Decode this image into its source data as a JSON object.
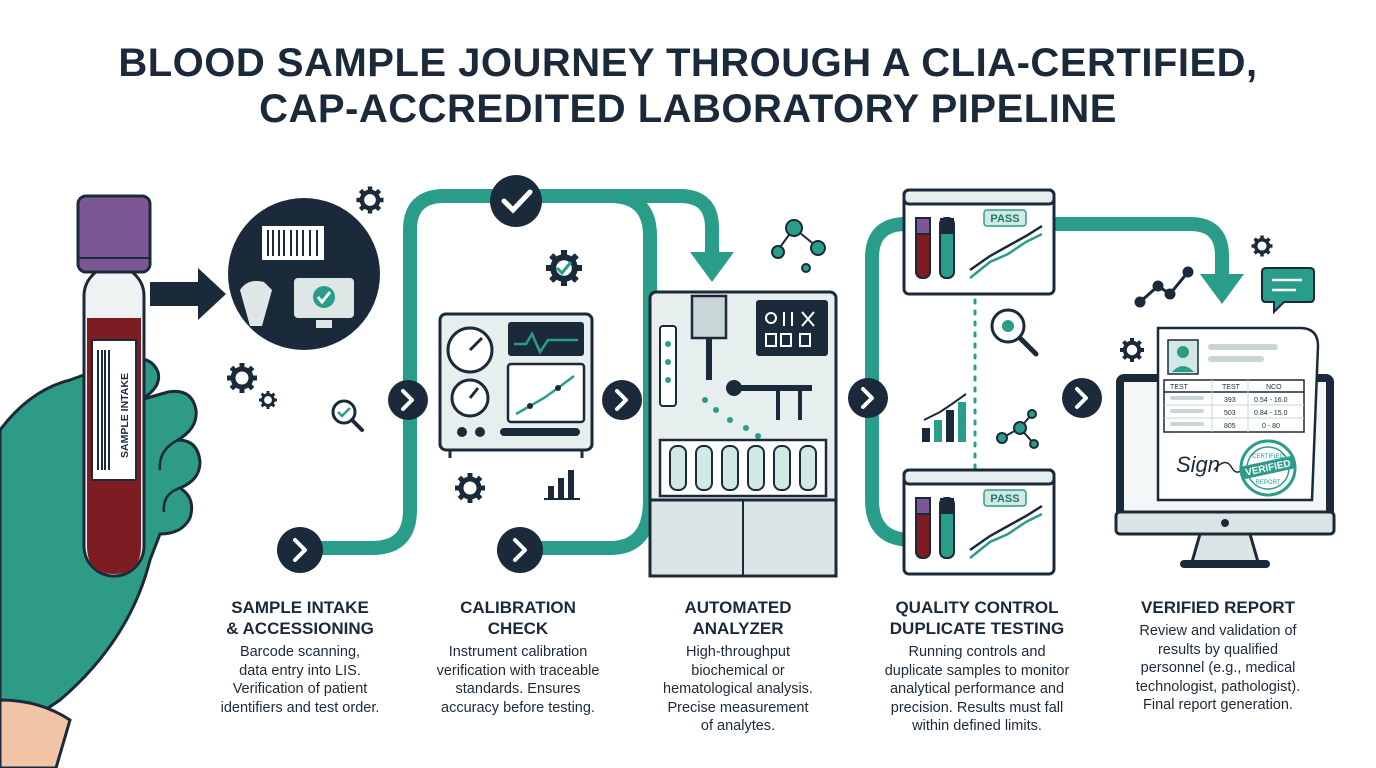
{
  "title": {
    "line1": "BLOOD SAMPLE JOURNEY THROUGH A CLIA-CERTIFIED,",
    "line2": "CAP-ACCREDITED LABORATORY PIPELINE"
  },
  "colors": {
    "teal": "#2a9d8a",
    "navy": "#1b2a3a",
    "blood": "#7d1c22",
    "cap": "#7b5796",
    "glove": "#2e9b86",
    "panel": "#e6eeee"
  },
  "labels": {
    "tube": "SAMPLE INTAKE",
    "pass_top": "PASS",
    "pass_bottom": "PASS",
    "report_col1": "TEST",
    "report_col2": "TEST",
    "report_col3": "NCO",
    "report_row1_val": "393",
    "report_row1_range": "0.54 - 16.0",
    "report_row2_val": "503",
    "report_row2_range": "0.84 - 15.0",
    "report_row3_val": "805",
    "report_row3_range": "0 - 80",
    "signature": "Sign",
    "stamp_top": "CERTIFIED",
    "stamp_main": "VERIFIED",
    "stamp_bottom": "REPORT"
  },
  "stages": [
    {
      "title": [
        "SAMPLE INTAKE",
        "& ACCESSIONING"
      ],
      "desc": [
        "Barcode scanning,",
        "data entry into LIS.",
        "Verification of patient",
        "identifiers and test order."
      ]
    },
    {
      "title": [
        "CALIBRATION",
        "CHECK"
      ],
      "desc": [
        "Instrument calibration",
        "verification with traceable",
        "standards. Ensures",
        "accuracy before testing."
      ]
    },
    {
      "title": [
        "AUTOMATED",
        "ANALYZER"
      ],
      "desc": [
        "High-throughput",
        "biochemical or",
        "hematological analysis.",
        "Precise measurement",
        "of analytes."
      ]
    },
    {
      "title": [
        "QUALITY CONTROL",
        "DUPLICATE TESTING"
      ],
      "desc": [
        "Running controls and",
        "duplicate samples to monitor",
        "analytical performance and",
        "precision. Results must fall",
        "within defined limits."
      ]
    },
    {
      "title": [
        "VERIFIED REPORT"
      ],
      "desc": [
        "Review and validation of",
        "results by qualified",
        "personnel (e.g., medical",
        "technologist, pathologist).",
        "Final report generation."
      ]
    }
  ],
  "icons": {
    "arrow_chevron": "chevron-right-icon",
    "check": "check-circle-icon",
    "gear": "gear-icon",
    "magnifier": "magnifier-icon",
    "chat": "chat-bubble-icon"
  }
}
